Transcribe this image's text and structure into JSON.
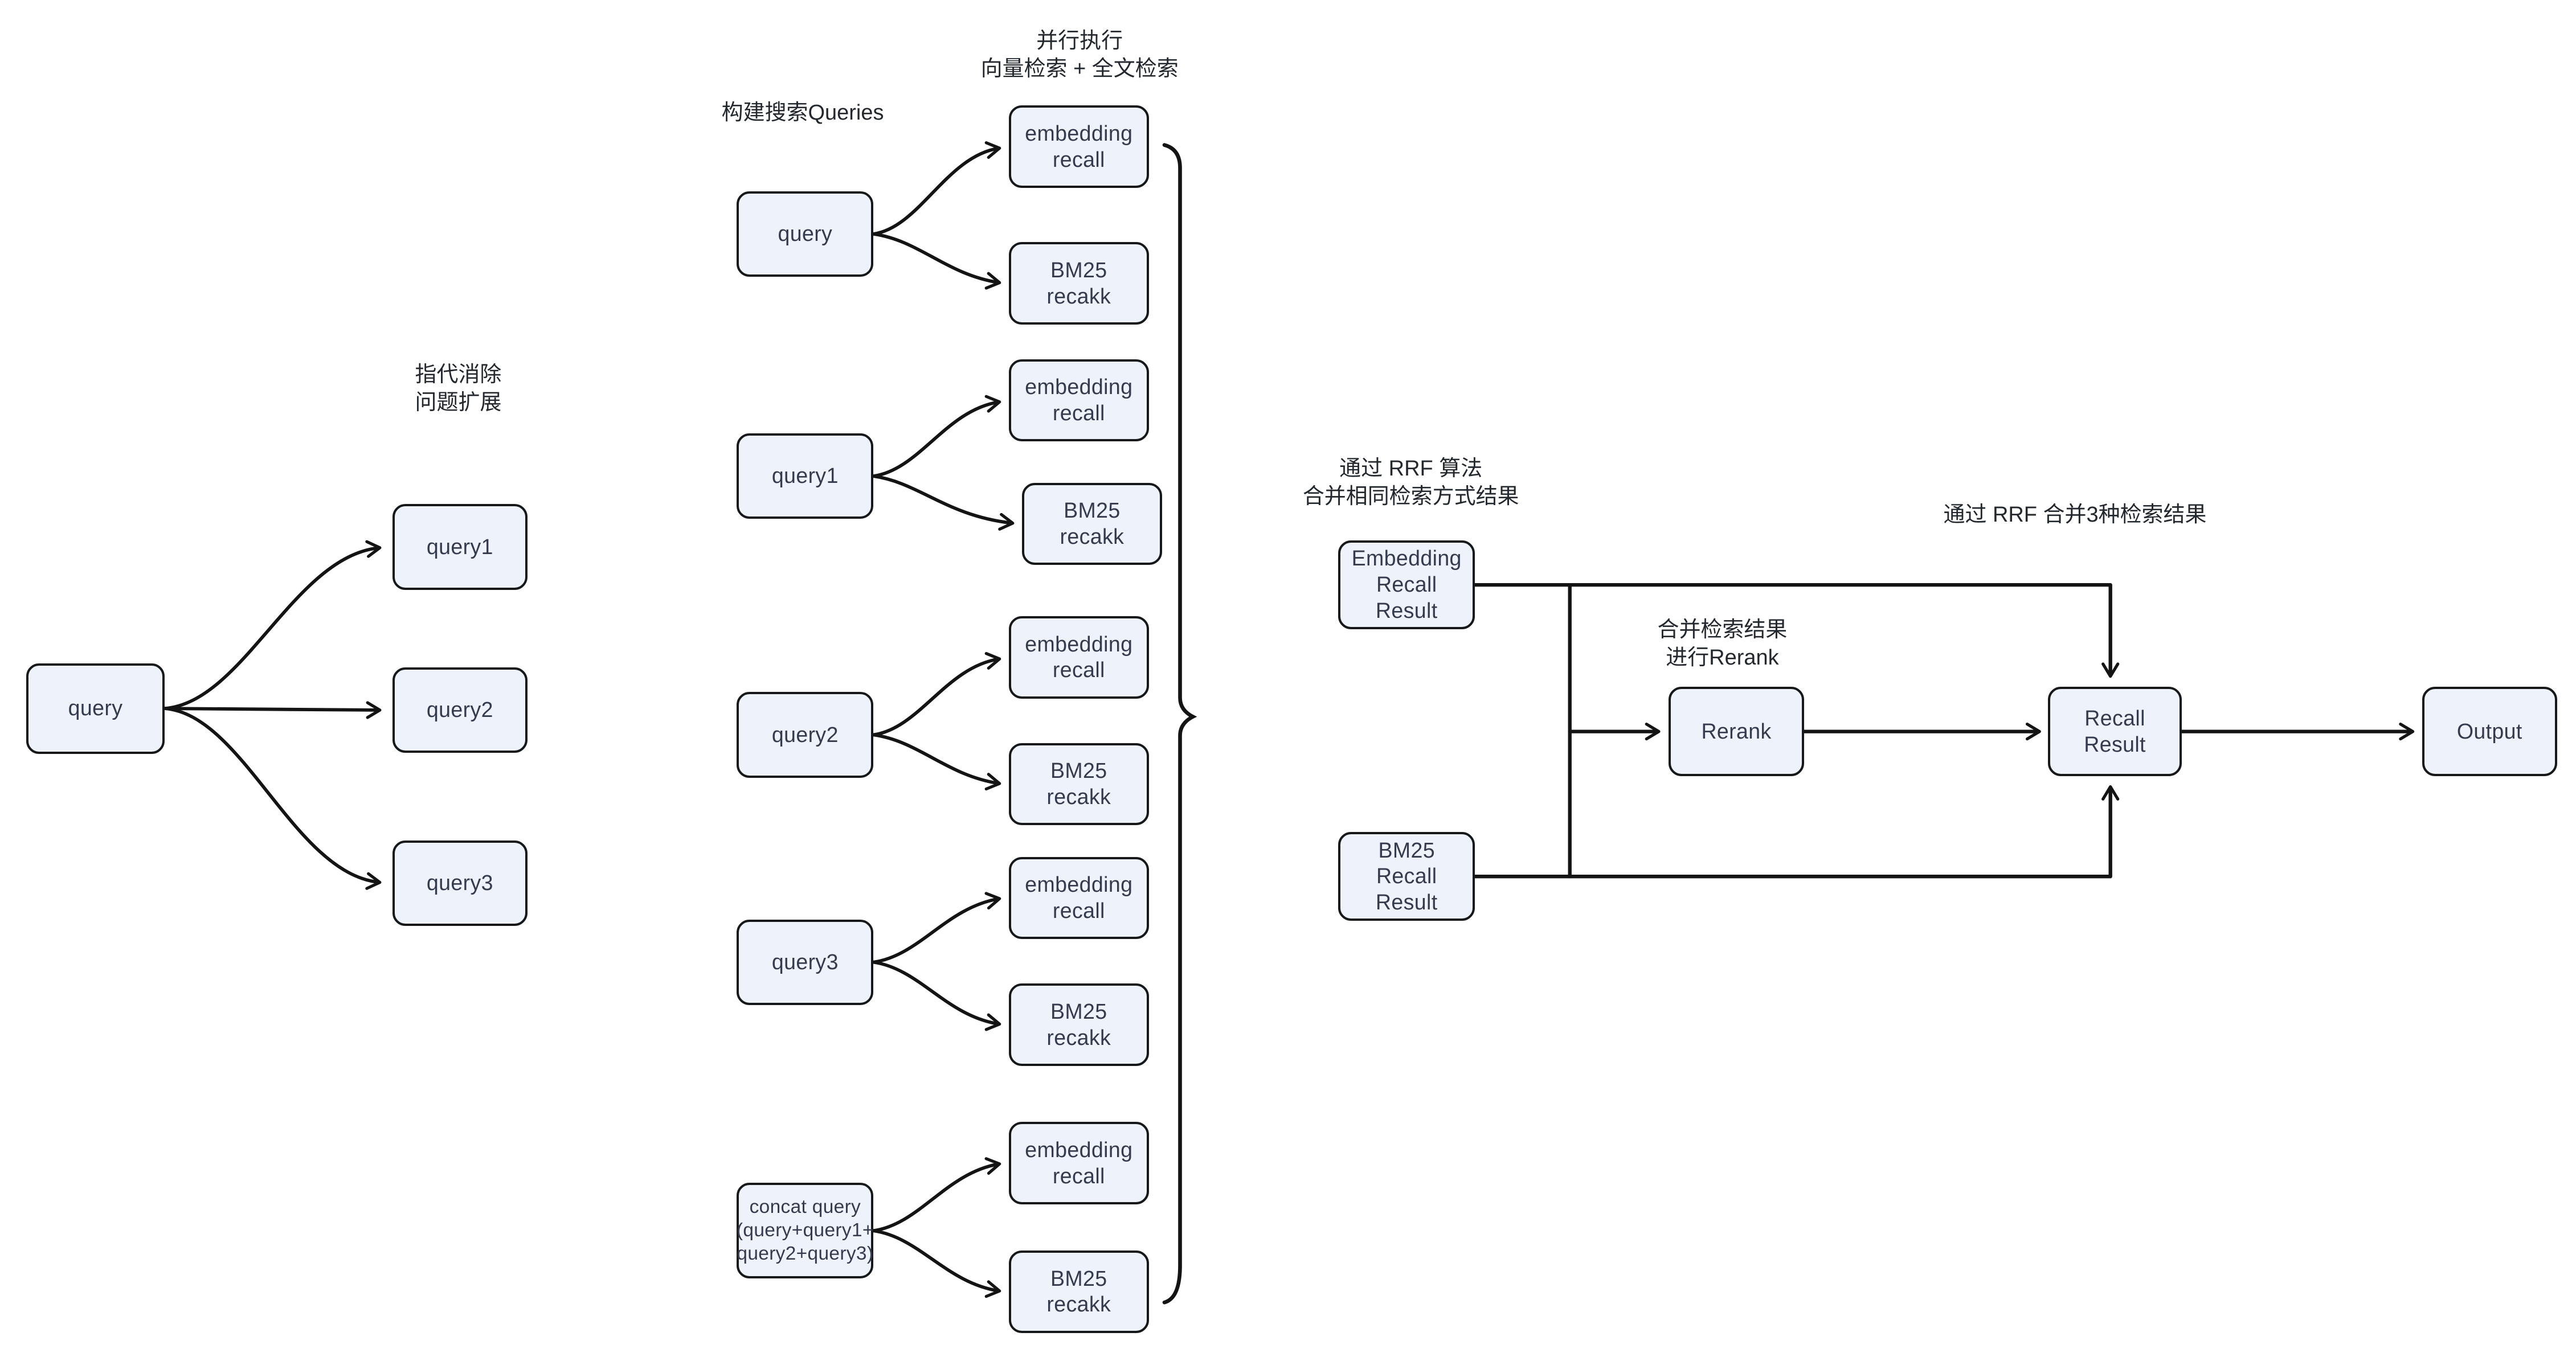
{
  "colors": {
    "box_fill": "#edf2fb",
    "box_border": "#17181a",
    "line": "#141414",
    "box_text": "#343b4d",
    "label_text": "#23272e",
    "canvas_bg": "#ffffff"
  },
  "stage1": {
    "label": "指代消除\n问题扩展",
    "source": "query",
    "expanded": [
      "query1",
      "query2",
      "query3"
    ]
  },
  "stage2": {
    "label": "构建搜索Queries",
    "parallel_label": "并行执行\n向量检索 + 全文检索",
    "groups": [
      {
        "source": "query",
        "embedding": "embedding\nrecall",
        "bm25": "BM25\nrecakk"
      },
      {
        "source": "query1",
        "embedding": "embedding\nrecall",
        "bm25": "BM25\nrecakk"
      },
      {
        "source": "query2",
        "embedding": "embedding\nrecall",
        "bm25": "BM25\nrecakk"
      },
      {
        "source": "query3",
        "embedding": "embedding\nrecall",
        "bm25": "BM25\nrecakk"
      },
      {
        "source": "concat query\n(query+query1+\nquery2+query3)",
        "embedding": "embedding\nrecall",
        "bm25": "BM25\nrecakk"
      }
    ]
  },
  "stage3": {
    "rrf_same_label": "通过 RRF 算法\n合并相同检索方式结果",
    "rrf_merge3_label": "通过 RRF 合并3种检索结果",
    "rerank_label": "合并检索结果\n进行Rerank",
    "embedding_result": "Embedding\nRecall\nResult",
    "bm25_result": "BM25\nRecall\nResult",
    "rerank": "Rerank",
    "recall_result": "Recall\nResult",
    "output": "Output"
  }
}
